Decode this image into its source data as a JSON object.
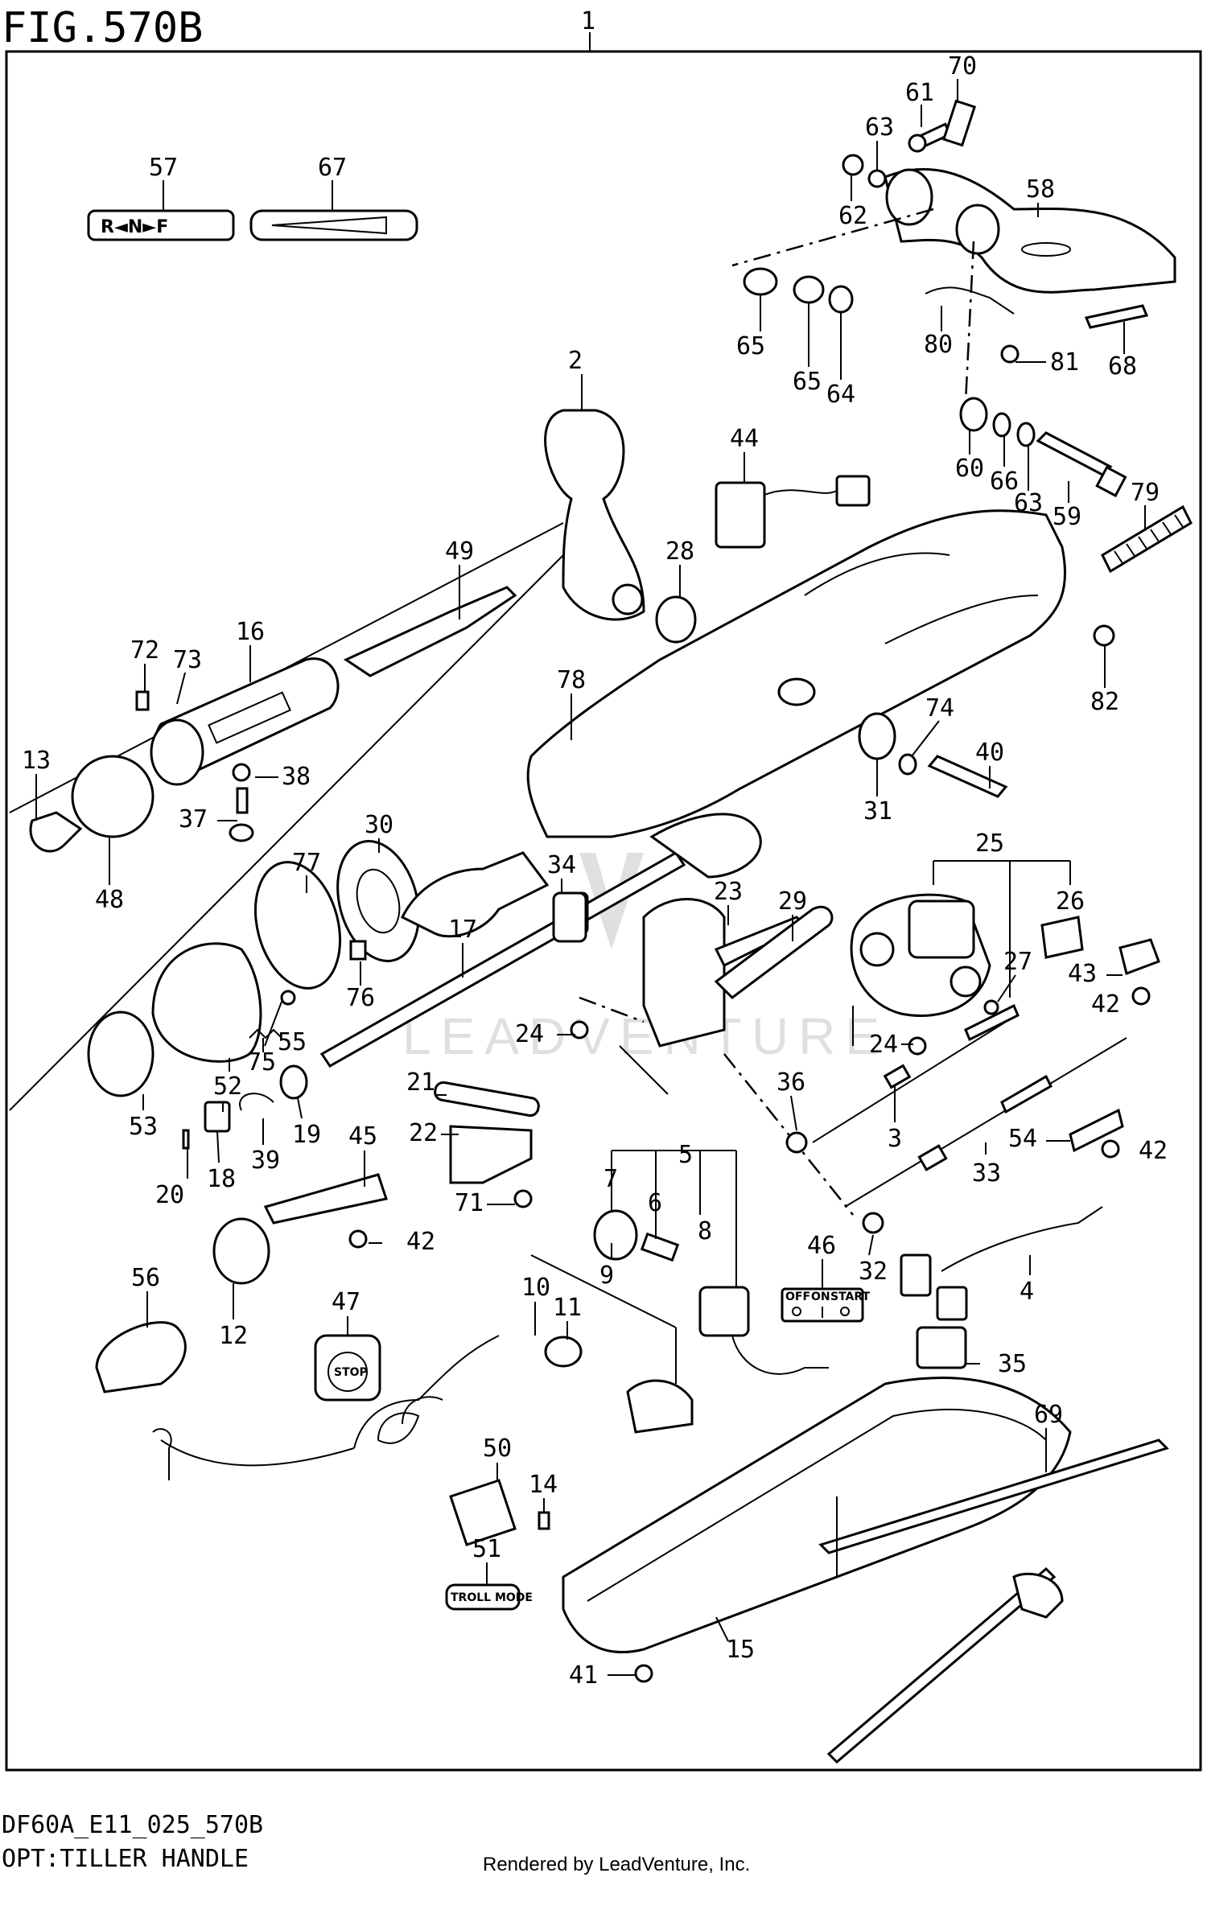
{
  "figure": {
    "title": "FIG.570B",
    "assembly_callout": "1",
    "model_code": "DF60A_E11_025_570B",
    "option_label": "OPT:TILLER HANDLE",
    "credit": "Rendered by LeadVenture, Inc.",
    "watermark": "LEADVENTURE"
  },
  "decals": {
    "shift_label": "R◄N►F",
    "switch_positions": [
      "OFF",
      "ON",
      "START"
    ],
    "stop_label": "STOP",
    "troll_label": "TROLL MODE"
  },
  "callouts": {
    "c2": "2",
    "c3": "3",
    "c4": "4",
    "c5": "5",
    "c6": "6",
    "c7": "7",
    "c8": "8",
    "c9": "9",
    "c10": "10",
    "c11": "11",
    "c12": "12",
    "c13": "13",
    "c14": "14",
    "c15": "15",
    "c16": "16",
    "c17": "17",
    "c18": "18",
    "c19": "19",
    "c20": "20",
    "c21": "21",
    "c22": "22",
    "c23": "23",
    "c24a": "24",
    "c24b": "24",
    "c25": "25",
    "c26": "26",
    "c27": "27",
    "c28": "28",
    "c29": "29",
    "c30": "30",
    "c31": "31",
    "c32": "32",
    "c33": "33",
    "c34": "34",
    "c35": "35",
    "c36": "36",
    "c37": "37",
    "c38": "38",
    "c39": "39",
    "c40": "40",
    "c41": "41",
    "c42a": "42",
    "c42b": "42",
    "c42c": "42",
    "c43": "43",
    "c44": "44",
    "c45": "45",
    "c46": "46",
    "c47": "47",
    "c48": "48",
    "c49": "49",
    "c50": "50",
    "c51": "51",
    "c52": "52",
    "c53": "53",
    "c54": "54",
    "c55": "55",
    "c56": "56",
    "c57": "57",
    "c58": "58",
    "c59": "59",
    "c60": "60",
    "c61": "61",
    "c62": "62",
    "c63a": "63",
    "c63b": "63",
    "c64": "64",
    "c65a": "65",
    "c65b": "65",
    "c66": "66",
    "c67": "67",
    "c68": "68",
    "c69": "69",
    "c70": "70",
    "c71": "71",
    "c72": "72",
    "c73": "73",
    "c74": "74",
    "c75": "75",
    "c76": "76",
    "c77": "77",
    "c78": "78",
    "c79": "79",
    "c80": "80",
    "c81": "81",
    "c82": "82"
  }
}
